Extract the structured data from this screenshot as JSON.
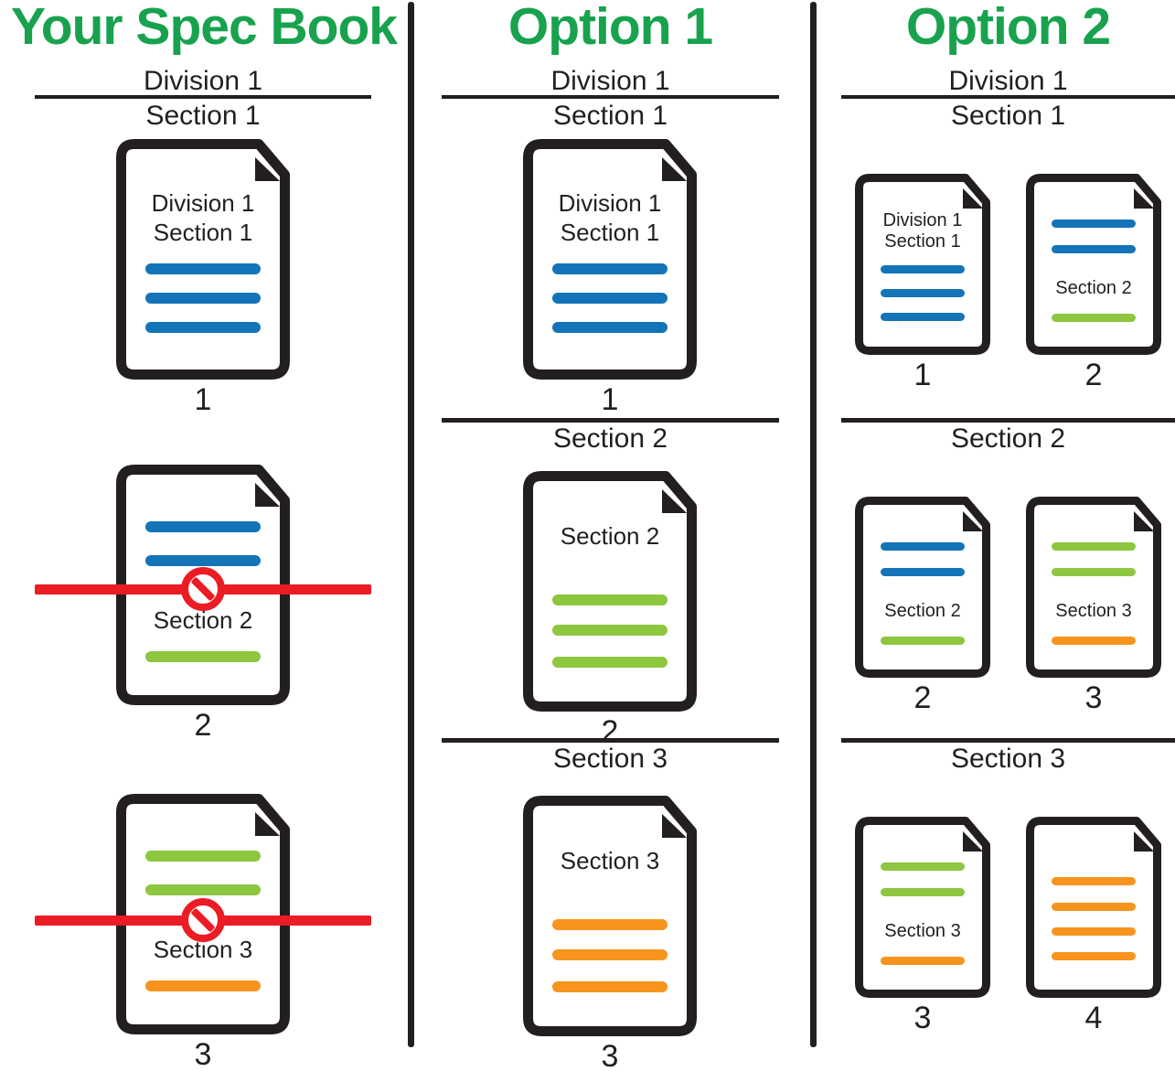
{
  "colors": {
    "accent": "#18A24E",
    "ink": "#231F20",
    "blue": "#1474B8",
    "green": "#8DC63F",
    "orange": "#F7941E",
    "red": "#EC1C24"
  },
  "columns": [
    {
      "id": "your-spec-book",
      "title": "Your Spec Book",
      "division_heading": "Division 1",
      "section_heading": "Section 1",
      "section_headers": [],
      "docs": [
        {
          "kind": "large-title-top",
          "caption": "1",
          "items": [
            {
              "text": "Division 1"
            },
            {
              "text": "Section 1"
            },
            {
              "line": "blue"
            },
            {
              "line": "blue"
            },
            {
              "line": "blue"
            }
          ]
        },
        {
          "kind": "large-struck",
          "caption": "2",
          "struck": true,
          "items": [
            {
              "line": "blue"
            },
            {
              "line": "blue"
            },
            {
              "text": "Section 2"
            },
            {
              "line": "green"
            }
          ]
        },
        {
          "kind": "large-struck",
          "caption": "3",
          "struck": true,
          "items": [
            {
              "line": "green"
            },
            {
              "line": "green"
            },
            {
              "text": "Section 3"
            },
            {
              "line": "orange"
            }
          ]
        }
      ]
    },
    {
      "id": "option-1",
      "title": "Option 1",
      "division_heading": "Division 1",
      "section_heading": "Section 1",
      "section_headers": [
        "Section 2",
        "Section 3"
      ],
      "docs": [
        {
          "kind": "large-title-top",
          "caption": "1",
          "items": [
            {
              "text": "Division 1"
            },
            {
              "text": "Section 1"
            },
            {
              "line": "blue"
            },
            {
              "line": "blue"
            },
            {
              "line": "blue"
            }
          ]
        },
        {
          "kind": "large-text-mid",
          "caption": "2",
          "items": [
            {
              "text": "Section 2"
            },
            {
              "line": "green"
            },
            {
              "line": "green"
            },
            {
              "line": "green"
            }
          ]
        },
        {
          "kind": "large-text-mid",
          "caption": "3",
          "items": [
            {
              "text": "Section 3"
            },
            {
              "line": "orange"
            },
            {
              "line": "orange"
            },
            {
              "line": "orange"
            }
          ]
        }
      ]
    },
    {
      "id": "option-2",
      "title": "Option 2",
      "division_heading": "Division 1",
      "section_heading": "Section 1",
      "section_headers": [
        "Section 2",
        "Section 3"
      ],
      "docs": [
        {
          "kind": "small-title-top",
          "caption": "1",
          "items": [
            {
              "text": "Division 1"
            },
            {
              "text": "Section 1"
            },
            {
              "line": "blue"
            },
            {
              "line": "blue"
            },
            {
              "line": "blue"
            }
          ]
        },
        {
          "kind": "small-text-mid",
          "caption": "2",
          "items": [
            {
              "line": "blue"
            },
            {
              "line": "blue"
            },
            {
              "text": "Section 2"
            },
            {
              "line": "green"
            }
          ]
        },
        {
          "kind": "small-text-mid",
          "caption": "2",
          "items": [
            {
              "line": "blue"
            },
            {
              "line": "blue"
            },
            {
              "text": "Section 2"
            },
            {
              "line": "green"
            }
          ]
        },
        {
          "kind": "small-text-mid",
          "caption": "3",
          "items": [
            {
              "line": "green"
            },
            {
              "line": "green"
            },
            {
              "text": "Section 3"
            },
            {
              "line": "orange"
            }
          ]
        },
        {
          "kind": "small-text-mid",
          "caption": "3",
          "items": [
            {
              "line": "green"
            },
            {
              "line": "green"
            },
            {
              "text": "Section 3"
            },
            {
              "line": "orange"
            }
          ]
        },
        {
          "kind": "small-lines-only",
          "caption": "4",
          "items": [
            {
              "line": "orange"
            },
            {
              "line": "orange"
            },
            {
              "line": "orange"
            },
            {
              "line": "orange"
            }
          ]
        }
      ]
    }
  ]
}
